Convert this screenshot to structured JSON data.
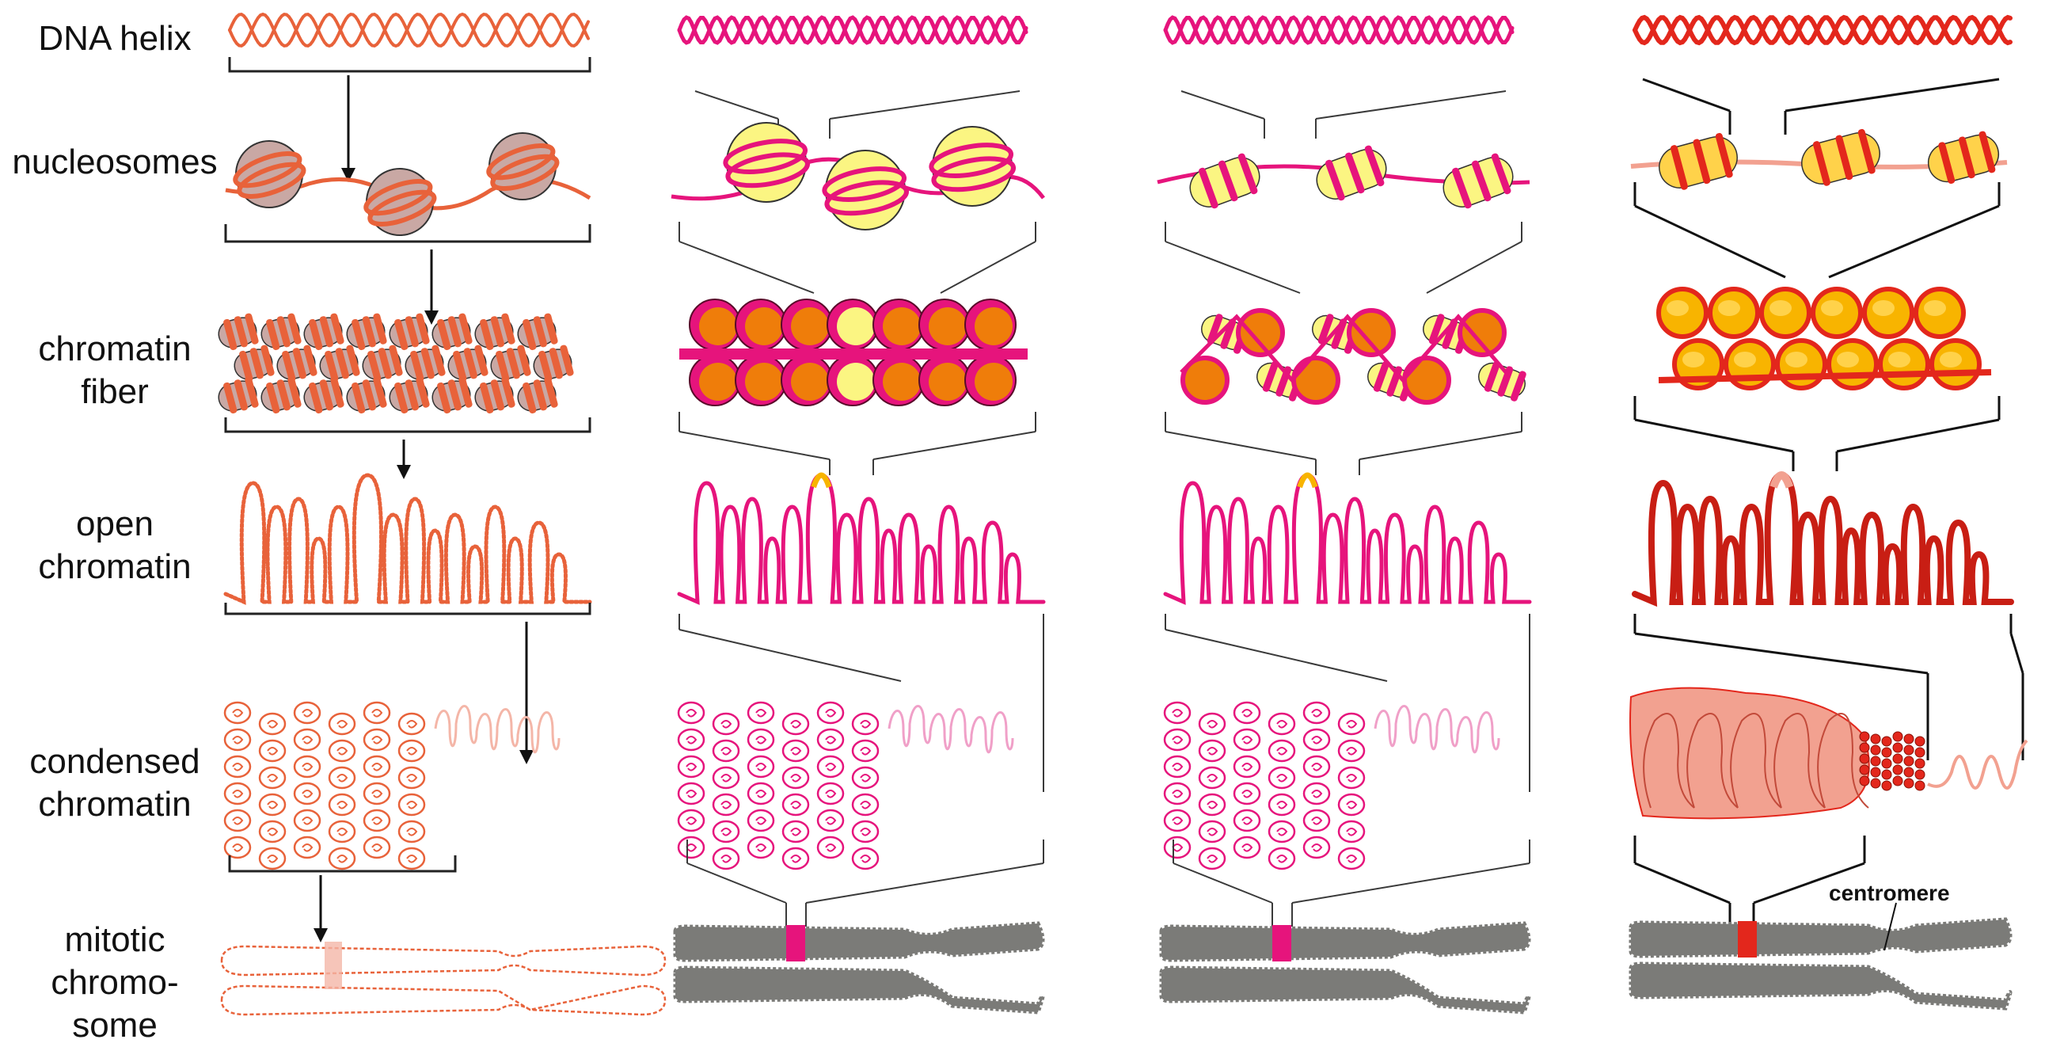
{
  "row_labels": [
    "DNA helix",
    "nucleosomes",
    "chromatin\nfiber",
    "open\nchromatin",
    "condensed\nchromatin",
    "mitotic\nchromo-\nsome"
  ],
  "centromere_label": "centromere",
  "colors": {
    "sketch_red": "#e8623a",
    "sketch_pale": "#f4b6a8",
    "nucleosome_gray": "#c9a8a4",
    "magenta": "#e6147c",
    "magenta_light": "#f0a0c8",
    "histone_yellow": "#fbf582",
    "histone_orange": "#ef7d0a",
    "red": "#e3271c",
    "red_dark": "#c81e14",
    "gold": "#f8b400",
    "gold_light": "#ffd24a",
    "salmon": "#f2a190",
    "chromosome_gray": "#7b7b78",
    "connector": "#3a3a3a",
    "label_text": "#111111"
  }
}
